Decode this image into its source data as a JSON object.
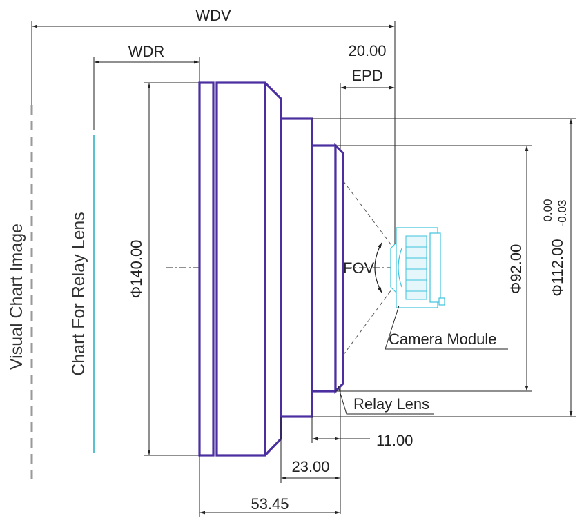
{
  "labels": {
    "wdv": "WDV",
    "wdr": "WDR",
    "epd_value": "20.00",
    "epd": "EPD",
    "visual_chart_image": "Visual Chart Image",
    "chart_for_relay_lens": "Chart For Relay Lens",
    "dia_140": "Φ140.00",
    "dia_92": "Φ92.00",
    "dia_112": "Φ112.00",
    "tol_upper": "0.00",
    "tol_lower": "-0.03",
    "fov": "FOV",
    "camera_module": "Camera Module",
    "relay_lens": "Relay Lens",
    "dim_11": "11.00",
    "dim_23": "23.00",
    "dim_53": "53.45"
  },
  "colors": {
    "lens_outline": "#4b2fa0",
    "chart_bar": "#5bc0d0",
    "camera_module": "#3ec3dc",
    "dashed_gray": "#999999",
    "dimension_lines": "#222222"
  }
}
